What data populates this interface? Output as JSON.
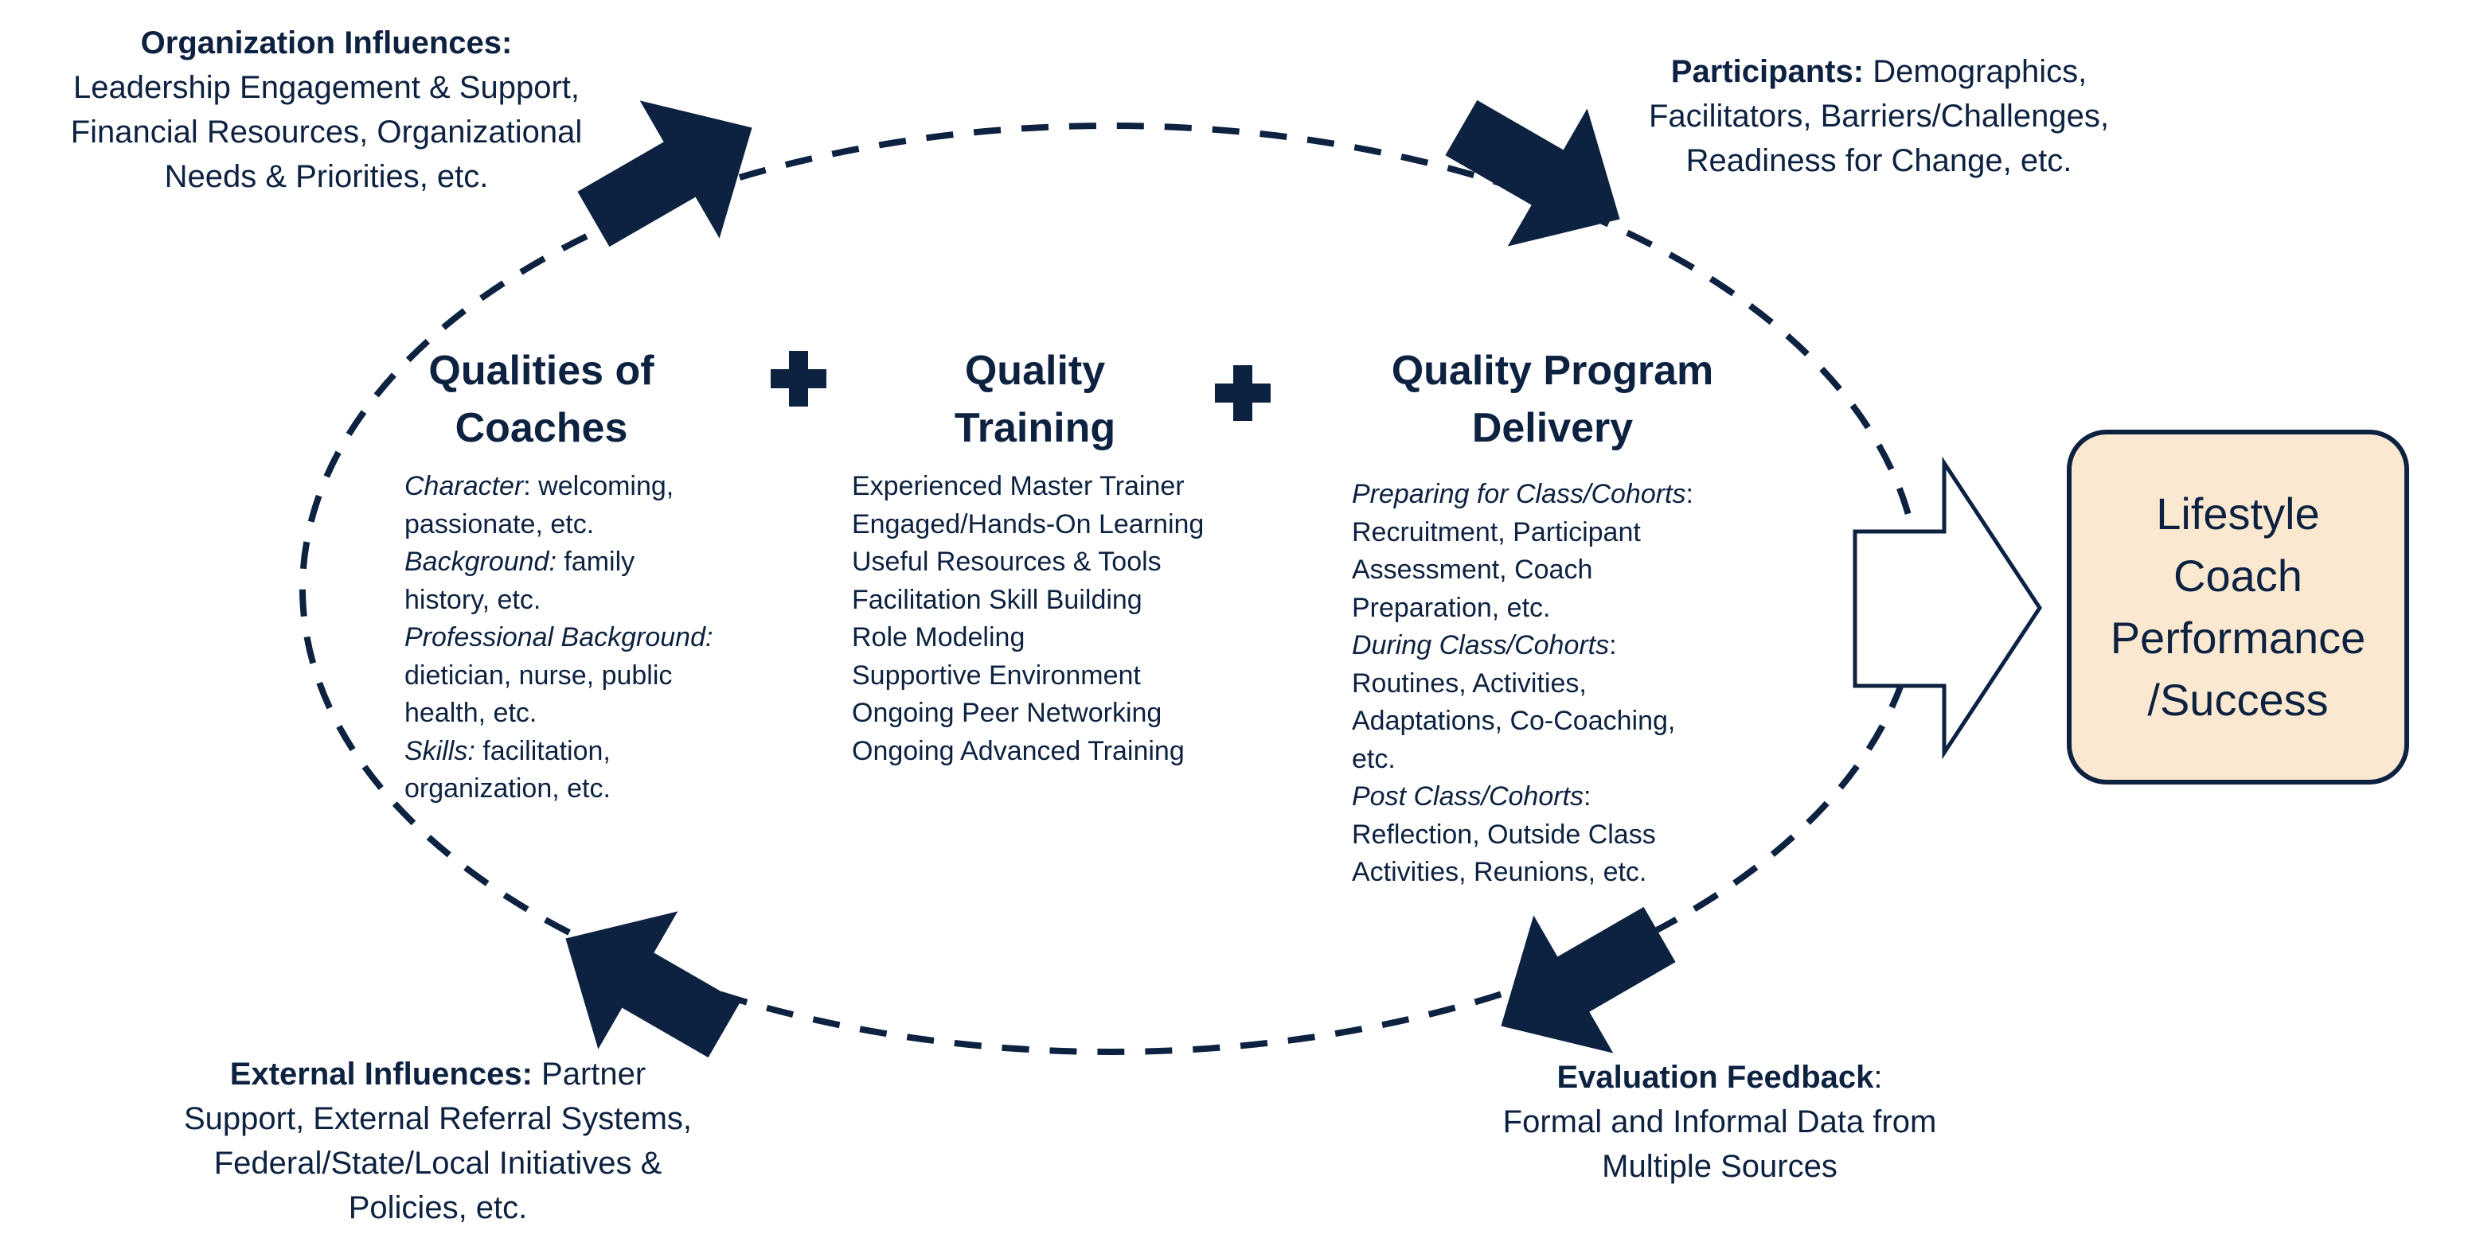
{
  "colors": {
    "navy": "#0d2240",
    "box_fill": "#fbe8d0",
    "background": "#ffffff"
  },
  "icons": [
    "plus-icon",
    "plus-icon",
    "arrow-icon-top-left",
    "arrow-icon-top-right",
    "arrow-icon-bottom-right",
    "arrow-icon-bottom-left",
    "hollow-right-arrow-icon"
  ],
  "org_influences": {
    "title": "Organization Influences:",
    "lines": [
      "Leadership Engagement & Support,",
      "Financial Resources, Organizational",
      "Needs & Priorities, etc."
    ]
  },
  "participants": {
    "title": "Participants:",
    "first_line_rest": " Demographics,",
    "lines": [
      "Facilitators, Barriers/Challenges,",
      "Readiness for Change, etc."
    ]
  },
  "external_influences": {
    "title": "External Influences:",
    "first_line_rest": " Partner",
    "lines": [
      "Support, External Referral Systems,",
      "Federal/State/Local Initiatives &",
      "Policies, etc."
    ]
  },
  "evaluation": {
    "title": "Evaluation Feedback",
    "title_suffix": ":",
    "lines": [
      "Formal and Informal Data from",
      "Multiple Sources"
    ]
  },
  "coaches": {
    "heading": [
      "Qualities of",
      "Coaches"
    ],
    "items": [
      {
        "label": "Character",
        "label_suffix": ":",
        "text": " welcoming,"
      },
      {
        "text": "passionate, etc."
      },
      {
        "label": "Background:",
        "text": " family"
      },
      {
        "text": "history, etc."
      },
      {
        "label": "Professional Background:",
        "text": ""
      },
      {
        "text": "dietician, nurse, public"
      },
      {
        "text": "health, etc."
      },
      {
        "label": "Skills:",
        "text": " facilitation,"
      },
      {
        "text": "organization, etc."
      }
    ]
  },
  "training": {
    "heading": [
      "Quality",
      "Training"
    ],
    "items": [
      "Experienced Master Trainer",
      "Engaged/Hands-On Learning",
      "Useful Resources & Tools",
      "Facilitation Skill Building",
      "Role Modeling",
      "Supportive Environment",
      "Ongoing Peer Networking",
      "Ongoing Advanced Training"
    ]
  },
  "delivery": {
    "heading": [
      "Quality Program",
      "Delivery"
    ],
    "items": [
      {
        "label": "Preparing for Class/Cohorts",
        "text": ":"
      },
      {
        "text": "Recruitment, Participant"
      },
      {
        "text": "Assessment, Coach"
      },
      {
        "text": "Preparation, etc."
      },
      {
        "label": "During Class/Cohorts",
        "text": ":"
      },
      {
        "text": "Routines, Activities,"
      },
      {
        "text": "Adaptations, Co-Coaching,"
      },
      {
        "text": "etc."
      },
      {
        "label": "Post Class/Cohorts",
        "text": ":"
      },
      {
        "text": "Reflection, Outside Class"
      },
      {
        "text": "Activities, Reunions, etc."
      }
    ]
  },
  "outcome": {
    "lines": [
      "Lifestyle",
      "Coach",
      "Performance",
      "/Success"
    ]
  }
}
